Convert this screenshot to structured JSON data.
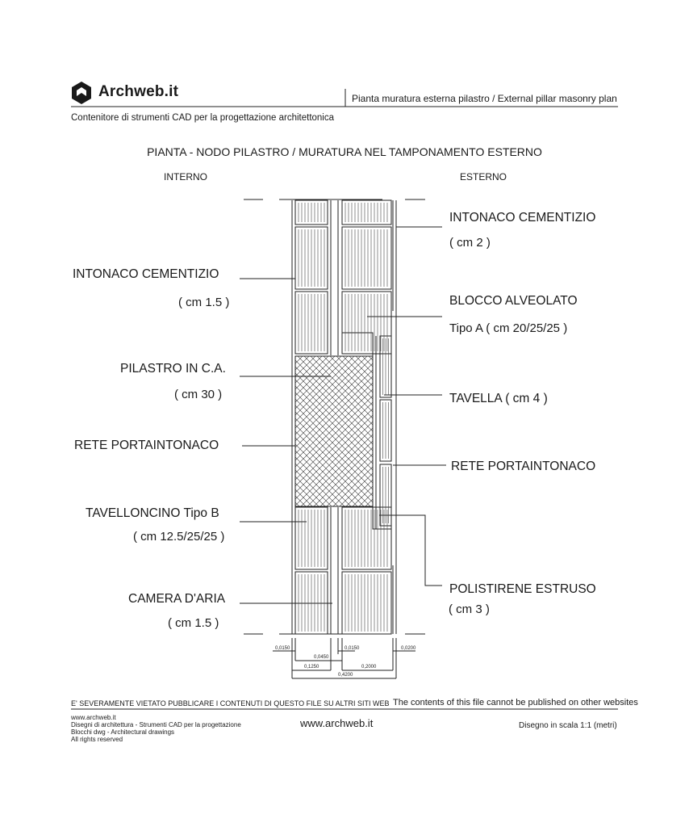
{
  "header": {
    "brand": "Archweb.it",
    "subject": "Pianta muratura esterna pilastro  /  External pillar masonry plan",
    "tagline": "Contenitore di strumenti CAD per la progettazione architettonica"
  },
  "drawing": {
    "title": "PIANTA - NODO PILASTRO / MURATURA NEL TAMPONAMENTO ESTERNO",
    "side_left": "INTERNO",
    "side_right": "ESTERNO",
    "labels_left": [
      {
        "name": "INTONACO CEMENTIZIO",
        "spec": "( cm 1.5 )"
      },
      {
        "name": "PILASTRO IN C.A.",
        "spec": "( cm 30 )"
      },
      {
        "name": "RETE PORTAINTONACO",
        "spec": ""
      },
      {
        "name": "TAVELLONCINO Tipo B",
        "spec": "( cm 12.5/25/25 )"
      },
      {
        "name": "CAMERA D'ARIA",
        "spec": "( cm 1.5 )"
      }
    ],
    "labels_right": [
      {
        "name": "INTONACO CEMENTIZIO",
        "spec": "( cm 2 )"
      },
      {
        "name": "BLOCCO ALVEOLATO",
        "spec": "Tipo A ( cm 20/25/25 )"
      },
      {
        "name": "TAVELLA ( cm 4 )",
        "spec": ""
      },
      {
        "name": "RETE PORTAINTONACO",
        "spec": ""
      },
      {
        "name": "POLISTIRENE ESTRUSO",
        "spec": "( cm 3 )"
      }
    ],
    "dimensions": [
      "0,0150",
      "0,0450",
      "0,0150",
      "0,0200",
      "0,1250",
      "0,2000",
      "0,4200"
    ]
  },
  "footer": {
    "warning_it": "E' SEVERAMENTE VIETATO PUBBLICARE I CONTENUTI DI QUESTO FILE SU ALTRI SITI WEB",
    "warning_en": "The contents of this file cannot be published on other websites",
    "info_lines": [
      "www.archweb.it",
      "Disegni di architettura - Strumenti CAD  per la progettazione",
      "Blocchi dwg - Architectural drawings",
      "All rights reserved"
    ],
    "url": "www.archweb.it",
    "scale": "Disegno in scala 1:1 (metri)"
  },
  "colors": {
    "ink": "#1a1a1a",
    "background": "#ffffff"
  }
}
